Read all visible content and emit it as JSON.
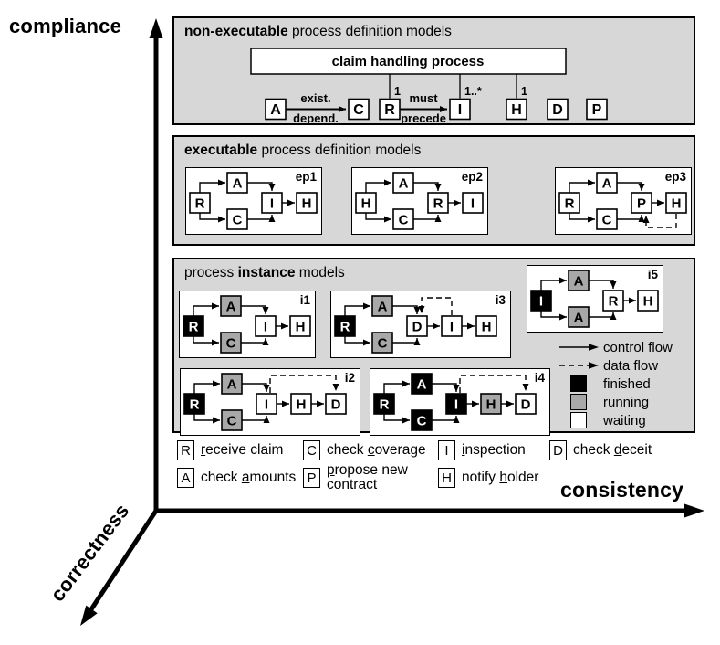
{
  "axes": {
    "vertical_label": "compliance",
    "horizontal_label": "consistency",
    "depth_label": "correctness"
  },
  "colors": {
    "panel_bg": "#d7d7d7",
    "finished": "#000000",
    "running": "#a8a8a8",
    "waiting": "#ffffff",
    "line": "#000000"
  },
  "panels": {
    "non_executable": {
      "title": [
        {
          "t": "non-executable",
          "b": true
        },
        {
          "t": " process definition models"
        }
      ],
      "claim_box": "claim handling process",
      "free_nodes": [
        "A",
        "C",
        "R",
        "I",
        "H",
        "D",
        "P"
      ],
      "edges": [
        {
          "from": "A",
          "to": "C",
          "label_top": "exist.",
          "label_bottom": "depend."
        },
        {
          "from": "R",
          "to": "I",
          "label_top": "must",
          "label_bottom": "precede"
        }
      ],
      "links": [
        {
          "node": "R",
          "multiplicity": "1"
        },
        {
          "node": "I",
          "multiplicity": "1..*"
        },
        {
          "node": "H",
          "multiplicity": "1"
        }
      ]
    },
    "executable": {
      "title": [
        {
          "t": "executable",
          "b": true
        },
        {
          "t": " process definition models"
        }
      ]
    },
    "instance": {
      "title": [
        {
          "t": "process "
        },
        {
          "t": "instance",
          "b": true
        },
        {
          "t": " models"
        }
      ]
    }
  },
  "flows": {
    "ep1": {
      "label": "ep1",
      "start": {
        "id": "R",
        "state": "waiting"
      },
      "branches": [
        {
          "id": "A",
          "state": "waiting"
        },
        {
          "id": "C",
          "state": "waiting"
        }
      ],
      "row": [
        {
          "id": "I",
          "state": "waiting"
        },
        {
          "id": "H",
          "state": "waiting"
        }
      ]
    },
    "ep2": {
      "label": "ep2",
      "start": {
        "id": "H",
        "state": "waiting"
      },
      "branches": [
        {
          "id": "A",
          "state": "waiting"
        },
        {
          "id": "C",
          "state": "waiting"
        }
      ],
      "row": [
        {
          "id": "R",
          "state": "waiting"
        },
        {
          "id": "I",
          "state": "waiting"
        }
      ]
    },
    "ep3": {
      "label": "ep3",
      "start": {
        "id": "R",
        "state": "waiting"
      },
      "branches": [
        {
          "id": "A",
          "state": "waiting"
        },
        {
          "id": "C",
          "state": "waiting"
        }
      ],
      "row": [
        {
          "id": "P",
          "state": "waiting"
        },
        {
          "id": "H",
          "state": "waiting"
        }
      ],
      "dataflow": {
        "from": 1,
        "to": 0,
        "side": "bottom"
      }
    },
    "i1": {
      "label": "i1",
      "start": {
        "id": "R",
        "state": "finished"
      },
      "branches": [
        {
          "id": "A",
          "state": "running"
        },
        {
          "id": "C",
          "state": "running"
        }
      ],
      "row": [
        {
          "id": "I",
          "state": "waiting"
        },
        {
          "id": "H",
          "state": "waiting"
        }
      ]
    },
    "i3": {
      "label": "i3",
      "start": {
        "id": "R",
        "state": "finished"
      },
      "branches": [
        {
          "id": "A",
          "state": "running"
        },
        {
          "id": "C",
          "state": "running"
        }
      ],
      "row": [
        {
          "id": "D",
          "state": "waiting"
        },
        {
          "id": "I",
          "state": "waiting"
        },
        {
          "id": "H",
          "state": "waiting"
        }
      ],
      "dataflow": {
        "from": 1,
        "to": 0,
        "side": "top"
      }
    },
    "i5": {
      "label": "i5",
      "start": {
        "id": "I",
        "state": "finished"
      },
      "branches": [
        {
          "id": "A",
          "state": "running"
        },
        {
          "id": "A",
          "state": "running"
        }
      ],
      "row": [
        {
          "id": "R",
          "state": "waiting"
        },
        {
          "id": "H",
          "state": "waiting"
        }
      ]
    },
    "i2": {
      "label": "i2",
      "start": {
        "id": "R",
        "state": "finished"
      },
      "branches": [
        {
          "id": "A",
          "state": "running"
        },
        {
          "id": "C",
          "state": "running"
        }
      ],
      "row": [
        {
          "id": "I",
          "state": "waiting"
        },
        {
          "id": "H",
          "state": "waiting"
        },
        {
          "id": "D",
          "state": "waiting"
        }
      ],
      "dataflow": {
        "from": 0,
        "to": 2,
        "side": "top"
      }
    },
    "i4": {
      "label": "i4",
      "start": {
        "id": "R",
        "state": "finished"
      },
      "branches": [
        {
          "id": "A",
          "state": "finished"
        },
        {
          "id": "C",
          "state": "finished"
        }
      ],
      "row": [
        {
          "id": "I",
          "state": "finished"
        },
        {
          "id": "H",
          "state": "running"
        },
        {
          "id": "D",
          "state": "waiting"
        }
      ],
      "dataflow": {
        "from": 0,
        "to": 2,
        "side": "top"
      }
    }
  },
  "flow_legend": {
    "control_flow": "control flow",
    "data_flow": "data flow",
    "states": [
      {
        "label": "finished",
        "state": "finished"
      },
      {
        "label": "running",
        "state": "running"
      },
      {
        "label": "waiting",
        "state": "waiting"
      }
    ]
  },
  "activities": [
    {
      "letter": "R",
      "label": [
        {
          "t": "r",
          "u": true
        },
        {
          "t": "eceive claim"
        }
      ]
    },
    {
      "letter": "C",
      "label": [
        {
          "t": "check "
        },
        {
          "t": "c",
          "u": true
        },
        {
          "t": "overage"
        }
      ]
    },
    {
      "letter": "I",
      "label": [
        {
          "t": "i",
          "u": true
        },
        {
          "t": "nspection"
        }
      ]
    },
    {
      "letter": "D",
      "label": [
        {
          "t": "check "
        },
        {
          "t": "d",
          "u": true
        },
        {
          "t": "eceit"
        }
      ]
    },
    {
      "letter": "A",
      "label": [
        {
          "t": "check "
        },
        {
          "t": "a",
          "u": true
        },
        {
          "t": "mounts"
        }
      ]
    },
    {
      "letter": "P",
      "label": [
        {
          "t": "p",
          "u": true
        },
        {
          "t": "ropose new"
        },
        {
          "t": "contract",
          "br": true
        }
      ]
    },
    {
      "letter": "H",
      "label": [
        {
          "t": "notify "
        },
        {
          "t": "h",
          "u": true
        },
        {
          "t": "older"
        }
      ]
    }
  ]
}
